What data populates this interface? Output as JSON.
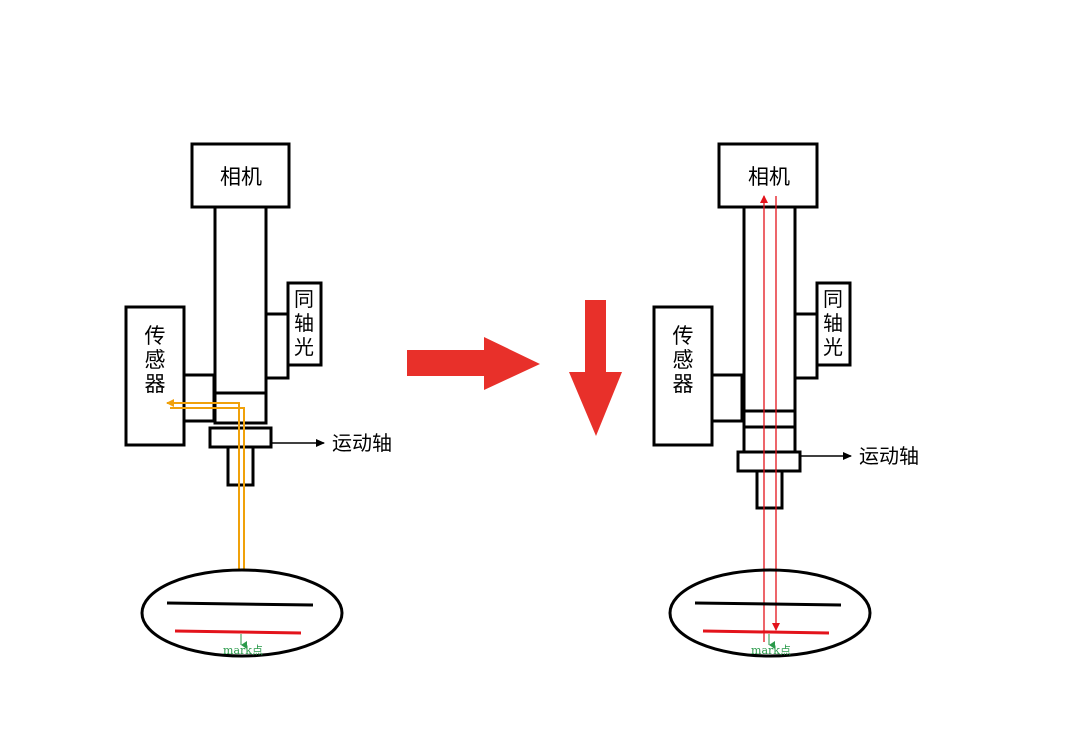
{
  "colors": {
    "outline": "#000000",
    "light_path_sensor": "#f0a10a",
    "light_path_camera": "#e3131b",
    "arrow": "#e8302a",
    "mark_line": "#e3131b",
    "mark_label": "#2a9a4a"
  },
  "left_panel": {
    "camera_label": "相机",
    "coaxial_light_label": [
      "同",
      "轴",
      "光"
    ],
    "sensor_label": [
      "传",
      "感",
      "器"
    ],
    "motion_axis_label": "运动轴",
    "mark_label": "mark点"
  },
  "transition": {
    "right_arrow": "arrow-right-icon",
    "down_arrow": "arrow-down-icon"
  },
  "right_panel": {
    "camera_label": "相机",
    "coaxial_light_label": [
      "同",
      "轴",
      "光"
    ],
    "sensor_label": [
      "传",
      "感",
      "器"
    ],
    "motion_axis_label": "运动轴",
    "mark_label": "mark点"
  }
}
